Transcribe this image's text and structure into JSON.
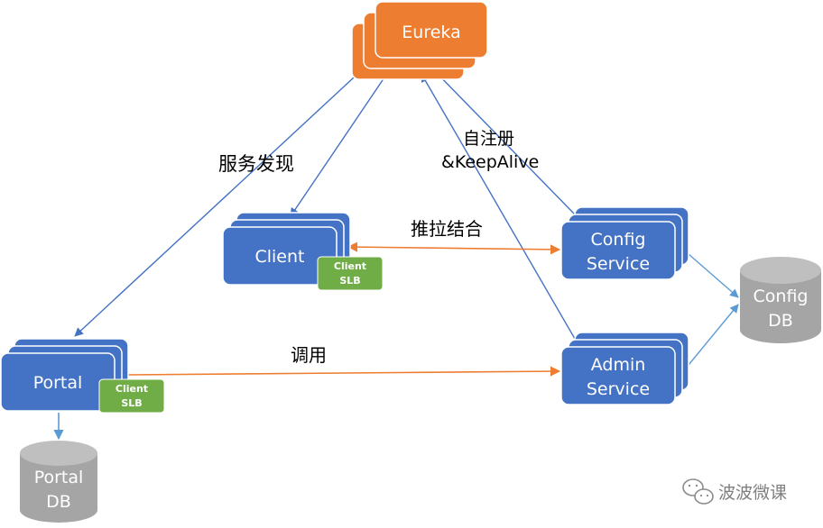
{
  "colors": {
    "orange": "#ED7D31",
    "blue": "#4472C4",
    "blue_dark": "#2F5597",
    "green": "#70AD47",
    "gray": "#A5A5A5",
    "gray_dark": "#8C8C8C",
    "arrow_blue": "#4472C4",
    "arrow_light": "#5B9BD5",
    "arrow_orange": "#ED7D31",
    "text": "#000000"
  },
  "nodes": {
    "eureka": {
      "label": "Eureka"
    },
    "client": {
      "label": "Client",
      "slb_line1": "Client",
      "slb_line2": "SLB"
    },
    "portal": {
      "label": "Portal",
      "slb_line1": "Client",
      "slb_line2": "SLB"
    },
    "config_service": {
      "line1": "Config",
      "line2": "Service"
    },
    "admin_service": {
      "line1": "Admin",
      "line2": "Service"
    },
    "config_db": {
      "line1": "Config",
      "line2": "DB"
    },
    "portal_db": {
      "line1": "Portal",
      "line2": "DB"
    }
  },
  "edge_labels": {
    "service_discovery": "服务发现",
    "self_register_1": "自注册",
    "self_register_2": "&KeepAlive",
    "push_pull": "推拉结合",
    "invoke": "调用"
  },
  "watermark": {
    "icon": "wechat-icon",
    "text": "波波微课"
  }
}
